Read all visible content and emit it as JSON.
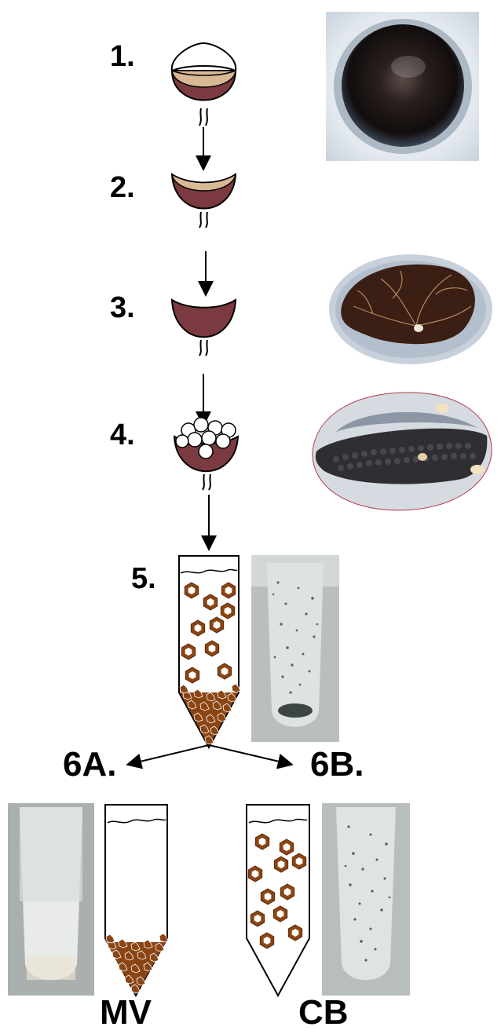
{
  "steps": {
    "s1": "1.",
    "s2": "2.",
    "s3": "3.",
    "s4": "4.",
    "s5": "5.",
    "s6a": "6A.",
    "s6b": "6B."
  },
  "fractions": {
    "left": "MV",
    "right": "CB"
  },
  "colors": {
    "tissue": "#7a3a3f",
    "lens_layer": "#d9b896",
    "particle": "#8b4513",
    "outline": "#000000"
  },
  "icons": {
    "eye_cup": "eye-cup-icon",
    "bead": "bead-icon",
    "particle": "hexagon-particle-icon",
    "tube": "centrifuge-tube-icon"
  }
}
